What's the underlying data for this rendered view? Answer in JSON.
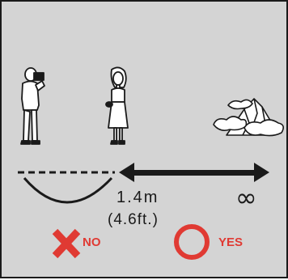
{
  "colors": {
    "background": "#d4d4d4",
    "ink": "#1a1a1a",
    "accent_red": "#e03a33"
  },
  "icons": {
    "photographer": "photographer-icon",
    "subject": "woman-subject-icon",
    "landscape": "mountain-cloud-icon",
    "wrong": "cross-mark-icon",
    "right": "circle-mark-icon"
  },
  "distance": {
    "metric": "1.4m",
    "imperial": "(4.6ft.)",
    "far": "∞"
  },
  "verdict": {
    "no_label": "NO",
    "yes_label": "YES"
  }
}
